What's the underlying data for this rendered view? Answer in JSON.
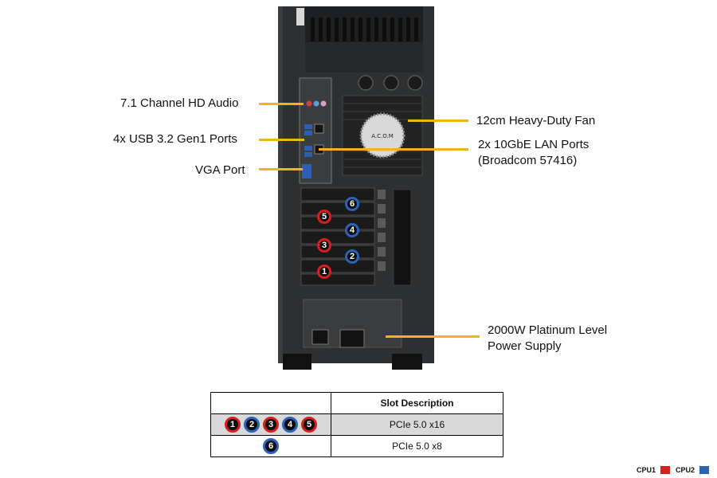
{
  "callouts": {
    "audio": "7.1 Channel HD Audio",
    "usb": "4x USB 3.2 Gen1 Ports",
    "vga": "VGA Port",
    "fan": "12cm Heavy-Duty  Fan",
    "lan_line1": "2x 10GbE LAN Ports",
    "lan_line2": "(Broadcom 57416)",
    "psu_line1": "2000W Platinum Level",
    "psu_line2": "Power Supply"
  },
  "fan_grille_text": "A.C.O.M",
  "slots_on_chassis": [
    {
      "label": "6",
      "cpu": "CPU2"
    },
    {
      "label": "5",
      "cpu": "CPU1"
    },
    {
      "label": "4",
      "cpu": "CPU2"
    },
    {
      "label": "3",
      "cpu": "CPU1"
    },
    {
      "label": "2",
      "cpu": "CPU2"
    },
    {
      "label": "1",
      "cpu": "CPU1"
    }
  ],
  "table": {
    "header": "Slot Description",
    "rows": [
      {
        "slots": [
          {
            "label": "1",
            "cpu": "CPU1"
          },
          {
            "label": "2",
            "cpu": "CPU2"
          },
          {
            "label": "3",
            "cpu": "CPU1"
          },
          {
            "label": "4",
            "cpu": "CPU2"
          },
          {
            "label": "5",
            "cpu": "CPU1"
          }
        ],
        "description": "PCIe 5.0 x16"
      },
      {
        "slots": [
          {
            "label": "6",
            "cpu": "CPU2"
          }
        ],
        "description": "PCIe 5.0 x8"
      }
    ]
  },
  "legend": {
    "cpu1": "CPU1",
    "cpu2": "CPU2",
    "cpu1_color": "#d81e1e",
    "cpu2_color": "#2a63b8"
  },
  "colors": {
    "leader": "#f2b21a",
    "chassis": "#2e2f31"
  }
}
